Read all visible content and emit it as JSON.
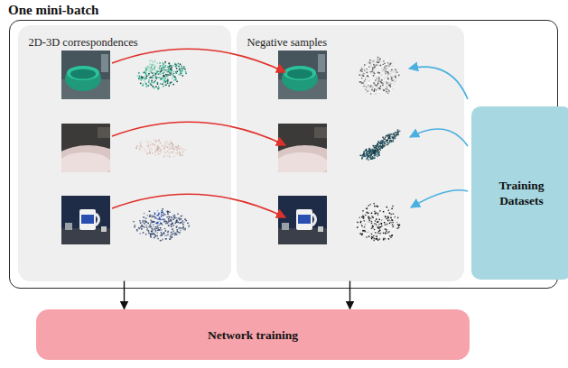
{
  "diagram": {
    "nodes": [
      {
        "text": [
          "One mini-batch"
        ]
      },
      {
        "text": [
          "2D-3D correspondences"
        ],
        "in": 0
      },
      {
        "text": [
          "Negative samples"
        ],
        "in": 0
      },
      {
        "text": [
          "Training Datasets"
        ]
      },
      {
        "text": [
          "Network training"
        ]
      }
    ],
    "edges": [
      {
        "from": 1,
        "to": 4,
        "arrow": "to"
      },
      {
        "from": 2,
        "to": 4,
        "arrow": "to"
      }
    ]
  }
}
